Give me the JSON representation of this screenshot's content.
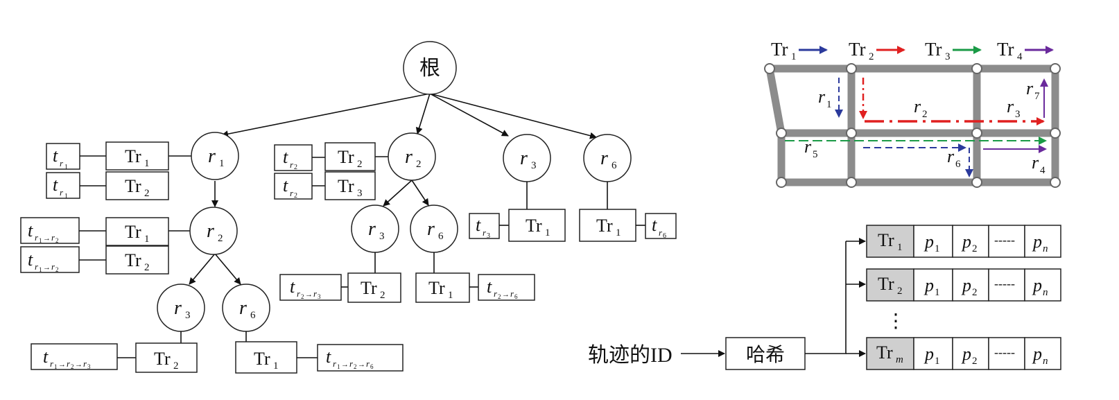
{
  "tree": {
    "root_label": "根",
    "node_letter": "r",
    "time_letter": "t",
    "tr_prefix": "Tr",
    "arrow_glyph": "→"
  },
  "road_network": {
    "legend": [
      {
        "label": "Tr",
        "sub": "1",
        "color": "#2b3a9c"
      },
      {
        "label": "Tr",
        "sub": "2",
        "color": "#e02020"
      },
      {
        "label": "Tr",
        "sub": "3",
        "color": "#1a9a46"
      },
      {
        "label": "Tr",
        "sub": "4",
        "color": "#6a2a9c"
      }
    ],
    "road_labels": [
      "1",
      "2",
      "3",
      "4",
      "5",
      "6",
      "7"
    ]
  },
  "hash_table": {
    "input_label": "轨迹的ID",
    "hash_label": "哈希",
    "rows": [
      {
        "key": "Tr",
        "key_sub": "1"
      },
      {
        "key": "Tr",
        "key_sub": "2"
      },
      {
        "key": "Tr",
        "key_sub": "m"
      }
    ],
    "cell_letter": "p",
    "cells": [
      "1",
      "2",
      "n"
    ],
    "ellipsis": "-----",
    "vdots": "⋮"
  },
  "colors": {
    "tr1": "#2b3a9c",
    "tr2": "#e02020",
    "tr3": "#1a9a46",
    "tr4": "#6a2a9c",
    "road": "#8c8c8c",
    "key_fill": "#cfcfcf"
  }
}
